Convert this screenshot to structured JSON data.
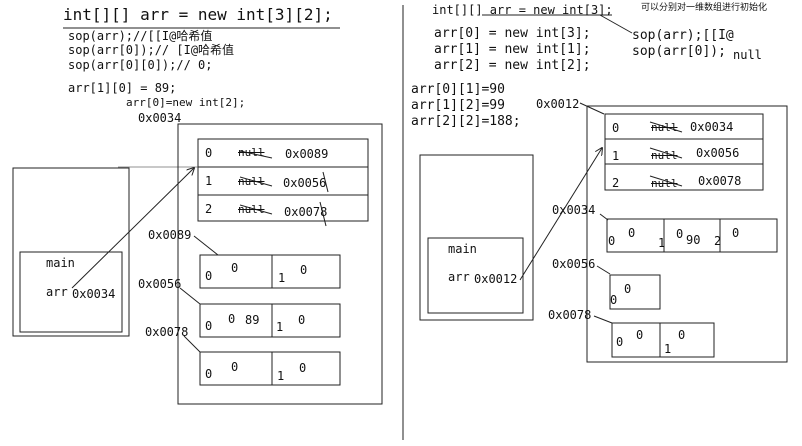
{
  "left": {
    "title": "int[][] arr = new int[3][2];",
    "lines": [
      "sop(arr);//[[I@哈希值",
      "sop(arr[0]);// [I@哈希值",
      "sop(arr[0][0]);// 0;",
      "arr[1][0] = 89;",
      "arr[0]=new int[2];"
    ],
    "outer_addr": "0x0034",
    "stack_label": "main",
    "arr_ref": "arr",
    "arr_ref_value": "0x0034",
    "outer_cells": [
      {
        "index": "0",
        "old": "null",
        "new": "0x0089"
      },
      {
        "index": "1",
        "old": "null",
        "new": "0x0056"
      },
      {
        "index": "2",
        "old": "null",
        "new": "0x0078"
      }
    ],
    "inner_arrays": [
      {
        "addr": "0x0089",
        "cells": [
          {
            "index": "0",
            "value": "0"
          },
          {
            "index": "1",
            "value": "0"
          }
        ]
      },
      {
        "addr": "0x0056",
        "cells": [
          {
            "index": "0",
            "value": "89"
          },
          {
            "index": "1",
            "value": "0"
          }
        ]
      },
      {
        "addr": "0x0078",
        "cells": [
          {
            "index": "0",
            "value": "0"
          },
          {
            "index": "1",
            "value": "0"
          }
        ]
      }
    ],
    "value_zero": "0"
  },
  "right": {
    "title": "int[][] arr = new int[3];",
    "note": "可以分别对一维数组进行初始化",
    "lines": [
      "arr[0] = new int[3];",
      "arr[1] = new int[1];",
      "arr[2] = new int[2];"
    ],
    "sop_lines": [
      "sop(arr);[[I@",
      "sop(arr[0]);"
    ],
    "sop_null": "null",
    "assign_lines": [
      "arr[0][1]=90",
      "arr[1][2]=99",
      "arr[2][2]=188;"
    ],
    "outer_addr": "0x0012",
    "stack_label": "main",
    "arr_ref": "arr",
    "arr_ref_value": "0x0012",
    "outer_cells": [
      {
        "index": "0",
        "old": "null",
        "new": "0x0034"
      },
      {
        "index": "1",
        "old": "null",
        "new": "0x0056"
      },
      {
        "index": "2",
        "old": "null",
        "new": "0x0078"
      }
    ],
    "inner_arrays": [
      {
        "addr": "0x0034",
        "cells": [
          {
            "index": "0",
            "value": "0"
          },
          {
            "index": "1",
            "value": "0",
            "new": "90"
          },
          {
            "index": "2",
            "value": "0"
          }
        ]
      },
      {
        "addr": "0x0056",
        "cells": [
          {
            "index": "0",
            "value": "0"
          }
        ]
      },
      {
        "addr": "0x0078",
        "cells": [
          {
            "index": "0",
            "value": "0"
          },
          {
            "index": "1",
            "value": "0"
          }
        ]
      }
    ]
  }
}
